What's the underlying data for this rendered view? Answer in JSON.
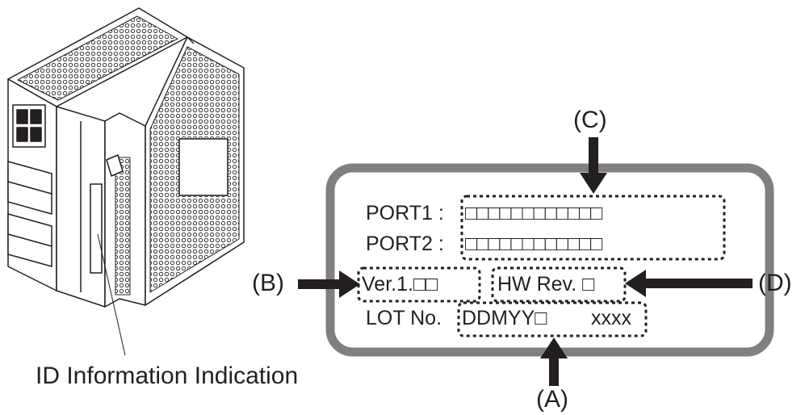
{
  "device_caption": "ID Information Indication",
  "callouts": {
    "a": "(A)",
    "b": "(B)",
    "c": "(C)",
    "d": "(D)"
  },
  "plate": {
    "port1_label": "PORT1 :",
    "port1_value": "□□□□□□□□□□□□",
    "port2_label": "PORT2 :",
    "port2_value": "□□□□□□□□□□□□",
    "version": "Ver.1.□□",
    "hw_rev": "HW Rev. □",
    "lot_label": "LOT No.",
    "lot_code": "DDMYY□",
    "lot_serial": "xxxx"
  },
  "colors": {
    "text": "#231f20",
    "plate_border": "#808080",
    "arrow": "#231f20"
  }
}
